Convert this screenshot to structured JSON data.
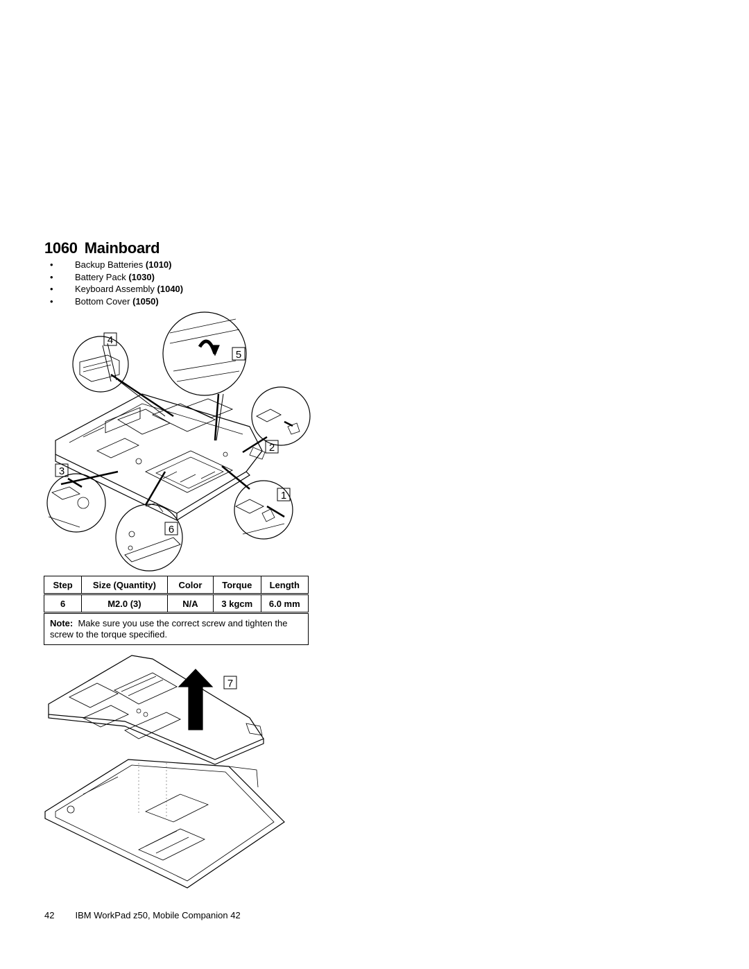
{
  "section": {
    "number": "1060",
    "title": "Mainboard"
  },
  "prerequisites": [
    {
      "label": "Backup Batteries",
      "ref": "(1010)"
    },
    {
      "label": "Battery Pack",
      "ref": "(1030)"
    },
    {
      "label": "Keyboard Assembly",
      "ref": "(1040)"
    },
    {
      "label": "Bottom Cover",
      "ref": "(1050)"
    }
  ],
  "bullet": "•",
  "figure1": {
    "callouts": [
      "4",
      "5",
      "2",
      "3",
      "1",
      "6"
    ]
  },
  "table": {
    "headers": [
      "Step",
      "Size (Quantity)",
      "Color",
      "Torque",
      "Length"
    ],
    "row": [
      "6",
      "M2.0 (3)",
      "N/A",
      "3 kgcm",
      "6.0 mm"
    ],
    "note_label": "Note:",
    "note_text": "Make sure you use the correct screw and tighten the screw to the torque specified."
  },
  "figure2": {
    "callouts": [
      "7"
    ]
  },
  "footer": {
    "page": "42",
    "text": "IBM WorkPad z50, Mobile Companion 42"
  }
}
